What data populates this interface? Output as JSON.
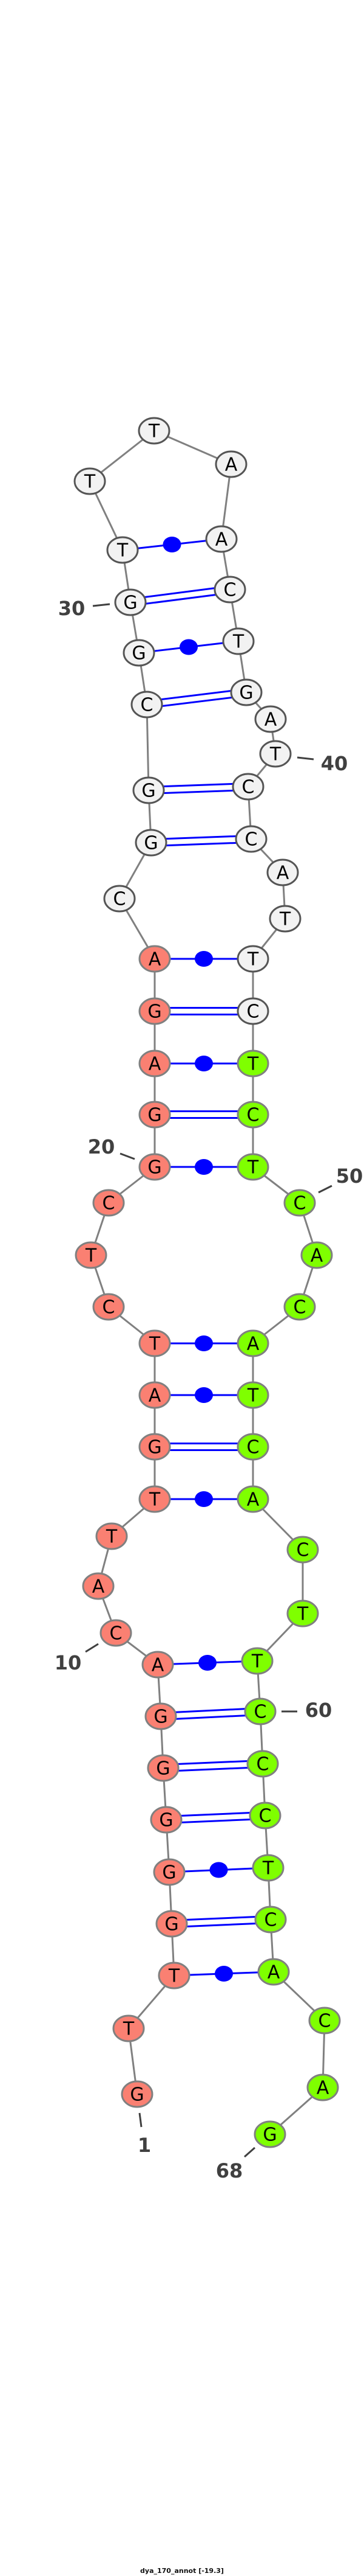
{
  "title": "dya_170_annot [-19.3]",
  "colors": {
    "region_5p": "#fa8072",
    "region_loop": "#f2f2f2",
    "region_3p": "#7fff00",
    "backbone": "#808080",
    "pair": "#0000ff",
    "label": "#404040"
  },
  "sequence": "GTTGGGGGACATTGATCTCGGAGACGGCGGTTTAACTGATCCATTCTCTCACATCACTTCCCTCACAG",
  "regions": [
    {
      "name": "region_5p",
      "from": 1,
      "to": 24
    },
    {
      "name": "region_loop",
      "from": 25,
      "to": 46
    },
    {
      "name": "region_3p",
      "from": 47,
      "to": 68
    }
  ],
  "pairs": [
    [
      3,
      65
    ],
    [
      4,
      64
    ],
    [
      5,
      63
    ],
    [
      6,
      62
    ],
    [
      7,
      61
    ],
    [
      8,
      60
    ],
    [
      9,
      59
    ],
    [
      13,
      56
    ],
    [
      14,
      55
    ],
    [
      15,
      54
    ],
    [
      16,
      53
    ],
    [
      20,
      49
    ],
    [
      21,
      48
    ],
    [
      22,
      47
    ],
    [
      23,
      46
    ],
    [
      24,
      45
    ],
    [
      26,
      42
    ],
    [
      27,
      41
    ],
    [
      28,
      38
    ],
    [
      29,
      37
    ],
    [
      30,
      36
    ],
    [
      31,
      35
    ]
  ],
  "position_labels": [
    "1",
    "10",
    "20",
    "30",
    "40",
    "50",
    "60",
    "68"
  ]
}
